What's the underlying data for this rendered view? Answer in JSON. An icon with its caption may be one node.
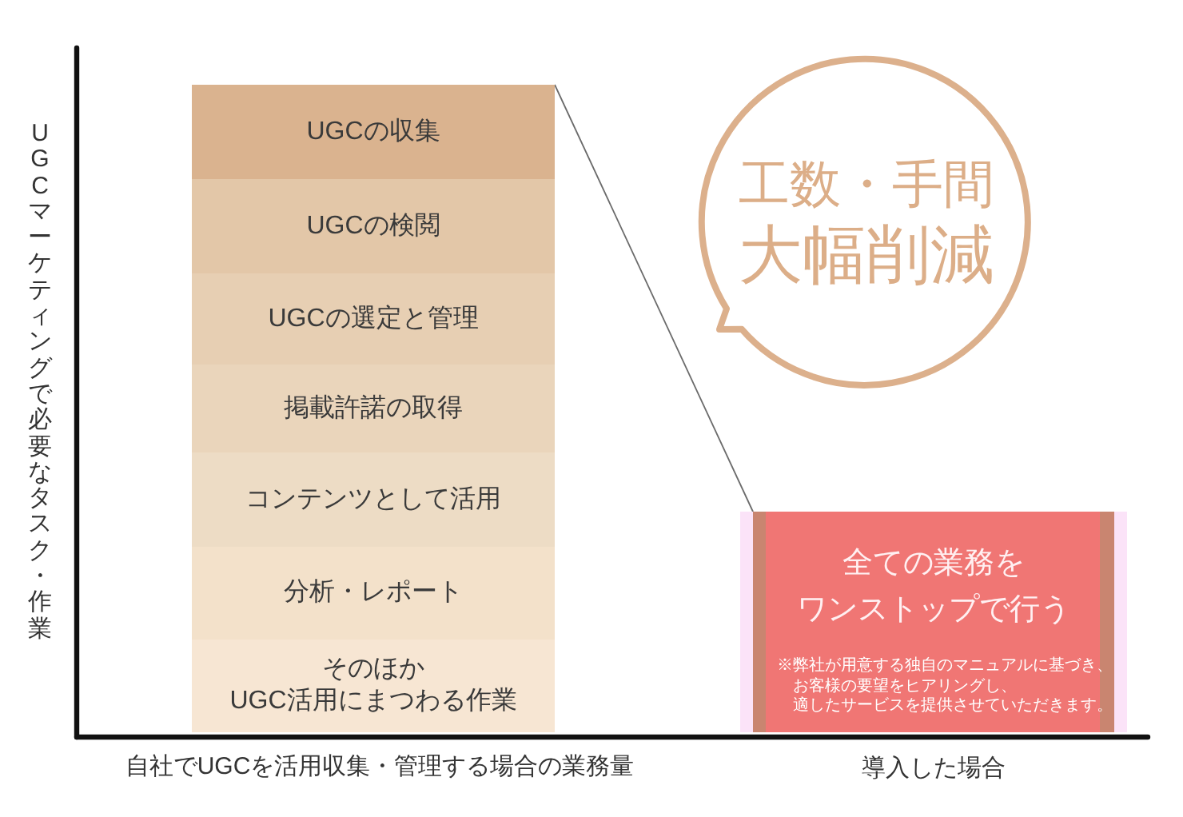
{
  "diagram": {
    "nodes": [
      {
        "text": [
          "UGCの収集"
        ]
      },
      {
        "text": [
          "UGCの検閲"
        ]
      },
      {
        "text": [
          "UGCの選定と管理"
        ]
      },
      {
        "text": [
          "掲載許諾の取得"
        ]
      },
      {
        "text": [
          "コンテンツとして活用"
        ]
      },
      {
        "text": [
          "分析・レポート"
        ]
      },
      {
        "text": [
          "そのほかUGC活用にまつわる作業"
        ]
      },
      {
        "text": [
          "工数・手間大幅削減"
        ]
      },
      {
        "text": [
          "全ての業務をワンストップで行う",
          "※弊社が用意する独自のマニュアルに基づき、お客様の要望をヒアリングし、適したサービスを提供させていただきます。"
        ]
      }
    ],
    "edges": [
      {
        "from": 0,
        "to": 8,
        "arrow": "none"
      }
    ],
    "labels": [
      "UGCマーケティングで必要なタスク・作業",
      "自社でUGCを活用収集・管理する場合の業務量",
      "導入した場合"
    ]
  }
}
